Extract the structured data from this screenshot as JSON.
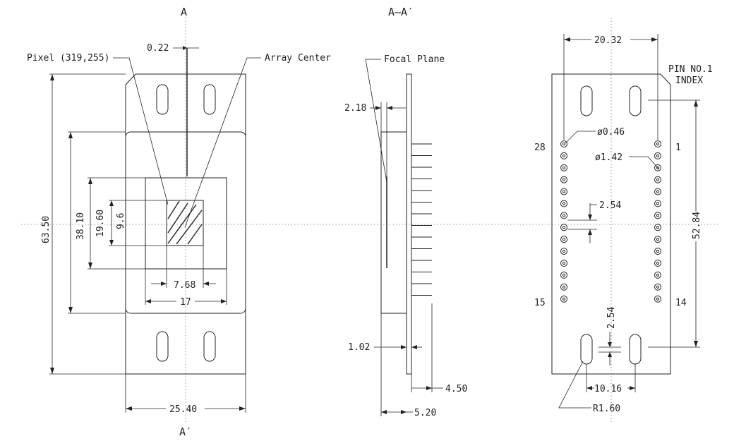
{
  "views": {
    "front": {
      "section_top": "A",
      "section_bottom": "A′",
      "pixel_label": "Pixel (319,255)",
      "array_center_label": "Array Center",
      "dim_offset": "0.22",
      "dim_total_height": "63.50",
      "dim_window_height": "38.10",
      "dim_inner_height": "19.60",
      "dim_array_height": "9.6",
      "dim_array_width": "7.68",
      "dim_window_width": "17",
      "dim_total_width": "25.40"
    },
    "section": {
      "title": "A–A′",
      "focal_plane_label": "Focal Plane",
      "dim_focal_depth": "2.18",
      "dim_board": "1.02",
      "dim_pin_length": "4.50",
      "dim_total_depth": "5.20"
    },
    "back": {
      "pin_index_line1": "PIN NO.1",
      "pin_index_line2": "INDEX",
      "dim_row_spacing": "20.32",
      "dim_pin_dia": "ø0.46",
      "dim_pad_dia": "ø1.42",
      "dim_pitch": "2.54",
      "dim_slot_gap": "2.54",
      "dim_slot_spacing": "10.16",
      "dim_slot_radius": "R1.60",
      "dim_pin_span": "52.84",
      "pin_28": "28",
      "pin_1": "1",
      "pin_15": "15",
      "pin_14": "14"
    }
  }
}
